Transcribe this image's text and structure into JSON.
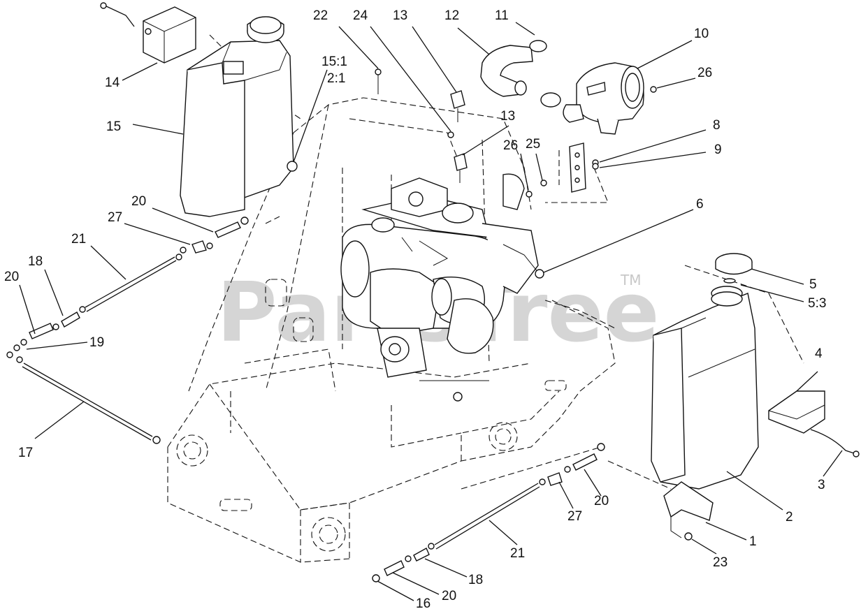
{
  "watermark": {
    "brand": "PartsTree",
    "tm": "TM"
  },
  "callouts": {
    "c1": "1",
    "c2": "2",
    "c3": "3",
    "c4": "4",
    "c5": "5",
    "c5_3": "5:3",
    "c6": "6",
    "c8": "8",
    "c9": "9",
    "c10": "10",
    "c11": "11",
    "c12": "12",
    "c13a": "13",
    "c13b": "13",
    "c14": "14",
    "c15": "15",
    "c15_1": "15:1",
    "c2_1": "2:1",
    "c16": "16",
    "c17": "17",
    "c18a": "18",
    "c18b": "18",
    "c19": "19",
    "c20a": "20",
    "c20b": "20",
    "c20c": "20",
    "c20d": "20",
    "c21a": "21",
    "c21b": "21",
    "c22": "22",
    "c23": "23",
    "c24": "24",
    "c25": "25",
    "c26a": "26",
    "c26b": "26",
    "c27a": "27",
    "c27b": "27"
  }
}
